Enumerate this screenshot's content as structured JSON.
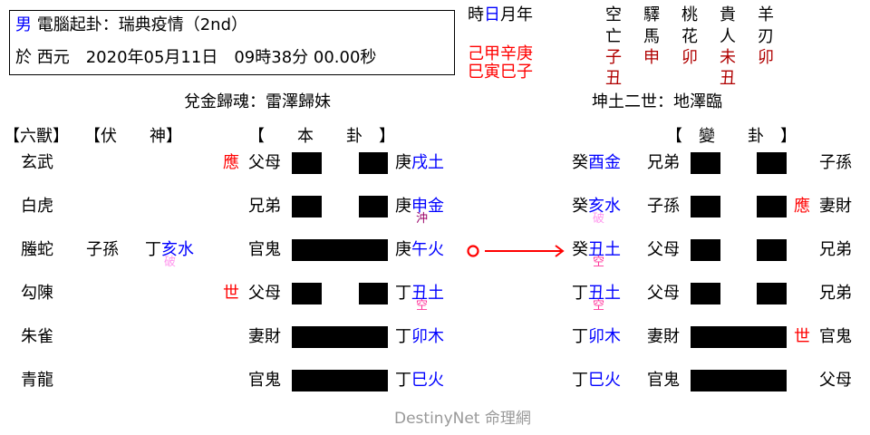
{
  "header": {
    "gender": "男",
    "title": "電腦起卦：瑞典疫情（2nd）",
    "date_line": "於 西元　2020年05月11日　09時38分 00.00秒"
  },
  "pillars": {
    "labels": [
      "時",
      "日",
      "月",
      "年"
    ],
    "stems": "己甲辛庚",
    "branches": "巳寅巳子"
  },
  "shensha": {
    "columns": [
      {
        "name1": "空",
        "name2": "亡",
        "vals": [
          "子",
          "丑"
        ]
      },
      {
        "name1": "驛",
        "name2": "馬",
        "vals": [
          "申"
        ]
      },
      {
        "name1": "桃",
        "name2": "花",
        "vals": [
          "卯"
        ]
      },
      {
        "name1": "貴",
        "name2": "人",
        "vals": [
          "未",
          "丑"
        ]
      },
      {
        "name1": "羊",
        "name2": "刃",
        "vals": [
          "卯"
        ]
      }
    ]
  },
  "ben_gua_title": "兌金歸魂：雷澤歸妹",
  "bian_gua_title": "坤土二世：地澤臨",
  "headers": {
    "liushou": "【六獸】",
    "fushen": "【伏　　神】",
    "ben": "【　　本　　卦　】",
    "bian": "【　變　　卦　】"
  },
  "rows": [
    {
      "beast": "玄武",
      "fushen_rel": "",
      "fushen_gz": "",
      "fushen_note": "",
      "ben_mark": "應",
      "ben_rel": "父母",
      "ben_line": "yin",
      "ben_stem": "庚",
      "ben_branch": "戌土",
      "ben_note": "",
      "moving": false,
      "bian_stem": "癸",
      "bian_branch": "酉金",
      "bian_note": "",
      "bian_rel": "兄弟",
      "bian_line": "yin",
      "bian_mark": "",
      "bian_rel2": "子孫"
    },
    {
      "beast": "白虎",
      "fushen_rel": "",
      "fushen_gz": "",
      "fushen_note": "",
      "ben_mark": "",
      "ben_rel": "兄弟",
      "ben_line": "yin",
      "ben_stem": "庚",
      "ben_branch": "申金",
      "ben_note": "沖",
      "moving": false,
      "bian_stem": "癸",
      "bian_branch": "亥水",
      "bian_note": "破",
      "bian_rel": "子孫",
      "bian_line": "yin",
      "bian_mark": "應",
      "bian_rel2": "妻財"
    },
    {
      "beast": "螣蛇",
      "fushen_rel": "子孫",
      "fushen_gz_stem": "丁",
      "fushen_gz": "亥水",
      "fushen_note": "破",
      "ben_mark": "",
      "ben_rel": "官鬼",
      "ben_line": "yang",
      "ben_stem": "庚",
      "ben_branch": "午火",
      "ben_note": "",
      "moving": true,
      "moving_symbol": "O",
      "bian_stem": "癸",
      "bian_branch": "丑土",
      "bian_note": "空",
      "bian_rel": "父母",
      "bian_line": "yin",
      "bian_mark": "",
      "bian_rel2": "兄弟"
    },
    {
      "beast": "勾陳",
      "fushen_rel": "",
      "fushen_gz": "",
      "fushen_note": "",
      "ben_mark": "世",
      "ben_rel": "父母",
      "ben_line": "yin",
      "ben_stem": "丁",
      "ben_branch": "丑土",
      "ben_note": "空",
      "moving": false,
      "bian_stem": "丁",
      "bian_branch": "丑土",
      "bian_note": "空",
      "bian_rel": "父母",
      "bian_line": "yin",
      "bian_mark": "",
      "bian_rel2": "兄弟"
    },
    {
      "beast": "朱雀",
      "fushen_rel": "",
      "fushen_gz": "",
      "fushen_note": "",
      "ben_mark": "",
      "ben_rel": "妻財",
      "ben_line": "yang",
      "ben_stem": "丁",
      "ben_branch": "卯木",
      "ben_note": "",
      "moving": false,
      "bian_stem": "丁",
      "bian_branch": "卯木",
      "bian_note": "",
      "bian_rel": "妻財",
      "bian_line": "yang",
      "bian_mark": "世",
      "bian_rel2": "官鬼"
    },
    {
      "beast": "青龍",
      "fushen_rel": "",
      "fushen_gz": "",
      "fushen_note": "",
      "ben_mark": "",
      "ben_rel": "官鬼",
      "ben_line": "yang",
      "ben_stem": "丁",
      "ben_branch": "巳火",
      "ben_note": "",
      "moving": false,
      "bian_stem": "丁",
      "bian_branch": "巳火",
      "bian_note": "",
      "bian_rel": "官鬼",
      "bian_line": "yang",
      "bian_mark": "",
      "bian_rel2": "父母"
    }
  ],
  "footer": "DestinyNet 命理網",
  "colors": {
    "accent_blue": "#0000ff",
    "mark_red": "#ff0000",
    "shensha_red": "#b00000",
    "po": "#ff99ee",
    "chong": "#990066",
    "kong": "#ff3399",
    "footer_gray": "#999999"
  }
}
